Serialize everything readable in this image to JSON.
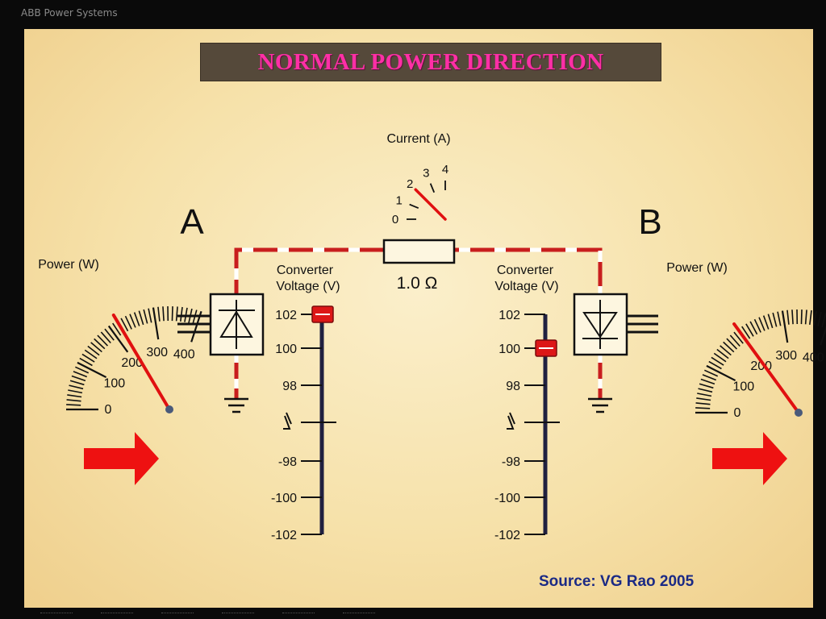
{
  "brand": "ABB Power Systems",
  "title": "NORMAL POWER DIRECTION",
  "source": "Source: VG Rao 2005",
  "station_a": {
    "label": "A",
    "power_meter": {
      "label": "Power (W)",
      "ticks": [
        "0",
        "100",
        "200",
        "300",
        "400"
      ],
      "value": 220
    },
    "converter": {
      "label_line1": "Converter",
      "label_line2": "Voltage (V)",
      "value": 102
    },
    "scale": [
      "102",
      "100",
      "98",
      "-98",
      "-100",
      "-102"
    ]
  },
  "station_b": {
    "label": "B",
    "power_meter": {
      "label": "Power (W)",
      "ticks": [
        "0",
        "100",
        "200",
        "300",
        "400"
      ],
      "value": 200
    },
    "converter": {
      "label_line1": "Converter",
      "label_line2": "Voltage (V)",
      "value": 100
    },
    "scale": [
      "102",
      "100",
      "98",
      "-98",
      "-100",
      "-102"
    ]
  },
  "current_meter": {
    "label": "Current (A)",
    "ticks": [
      "0",
      "1",
      "2",
      "3",
      "4"
    ],
    "value": 2
  },
  "resistor": {
    "label": "1.0 Ω"
  },
  "colors": {
    "title": "#ff2fa6",
    "arrow": "#ee1111",
    "needle": "#e01010",
    "wire": "#c81e1e",
    "source": "#1b2a85"
  },
  "icons": {
    "arrow_left": "arrow-right-icon",
    "arrow_right": "arrow-right-icon",
    "break": "scale-break-icon",
    "ground": "ground-icon"
  }
}
